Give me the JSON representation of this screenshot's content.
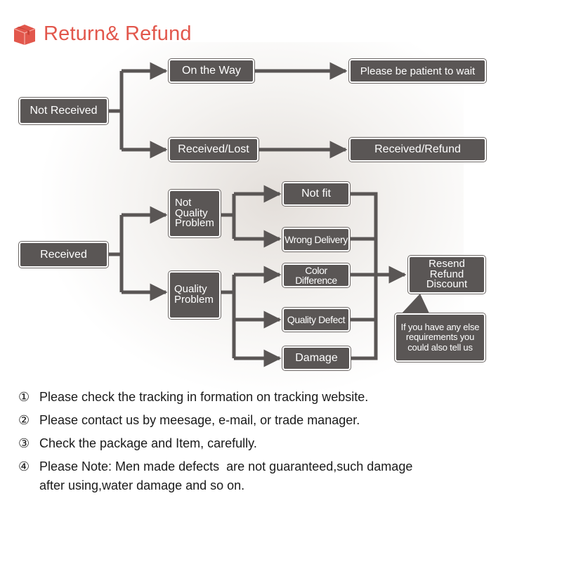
{
  "header": {
    "title": "Return& Refund",
    "icon": "box-icon",
    "accent": "#e2574c"
  },
  "flow": {
    "not_received": "Not Received",
    "on_the_way": "On the Way",
    "please_wait": "Please be patient to wait",
    "received_lost": "Received/Lost",
    "received_refund": "Received/Refund",
    "received": "Received",
    "not_quality_problem": [
      "Not",
      "Quality",
      "Problem"
    ],
    "quality_problem": [
      "Quality",
      "Problem"
    ],
    "not_fit": "Not fit",
    "wrong_delivery": "Wrong Delivery",
    "color_difference": "Color Difference",
    "quality_defect": "Quality Defect",
    "damage": "Damage",
    "resolution": [
      "Resend",
      "Refund",
      "Discount"
    ],
    "callout": [
      "If you have any else",
      "requirements you",
      "could also tell us"
    ]
  },
  "notes": [
    {
      "num": "①",
      "text": "Please check the tracking in formation on tracking website."
    },
    {
      "num": "②",
      "text": "Please contact us by meesage, e-mail, or trade manager."
    },
    {
      "num": "③",
      "text": "Check the package and Item, carefully."
    },
    {
      "num": "④",
      "text": "Please Note: Men made defects  are not guaranteed,such damage\nafter using,water damage and so on."
    }
  ],
  "colors": {
    "node_bg": "#5a5655",
    "connector": "#5a5655",
    "text": "#1a1a1a"
  }
}
